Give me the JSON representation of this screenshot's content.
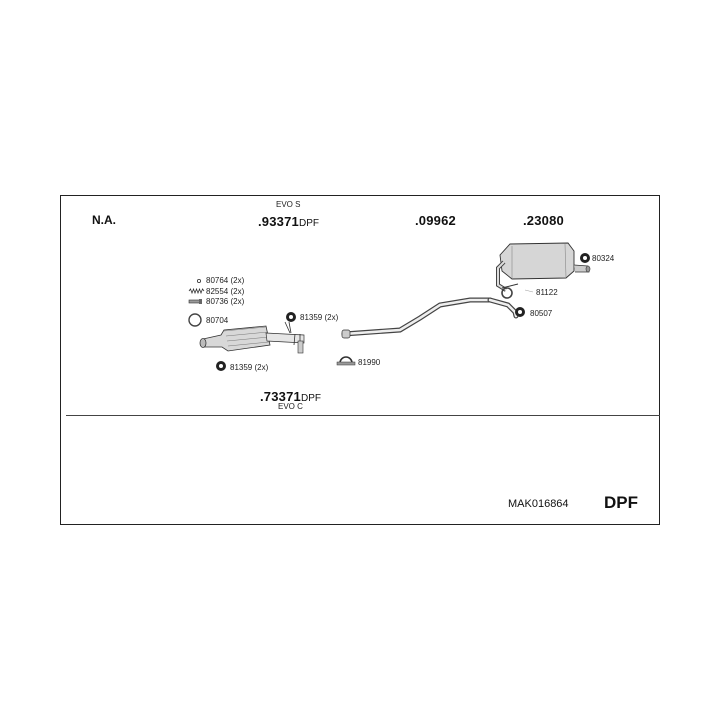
{
  "labels": {
    "na": "N.A.",
    "evo_s": "EVO S",
    "part_top": ".93371",
    "part_top_suffix": "DPF",
    "part_mid": ".09962",
    "part_right": ".23080",
    "part_bottom": ".73371",
    "part_bottom_suffix": "DPF",
    "evo_c": "EVO C",
    "kit_number": "MAK016864",
    "kit_type": "DPF"
  },
  "fittings": {
    "f80764": "80764 (2x)",
    "f82554": "82554 (2x)",
    "f80736": "80736 (2x)",
    "f80704": "80704",
    "f81359_top": "81359 (2x)",
    "f81359_bottom": "81359 (2x)",
    "f81990": "81990",
    "f80324": "80324",
    "f81122": "81122",
    "f80507": "80507"
  }
}
